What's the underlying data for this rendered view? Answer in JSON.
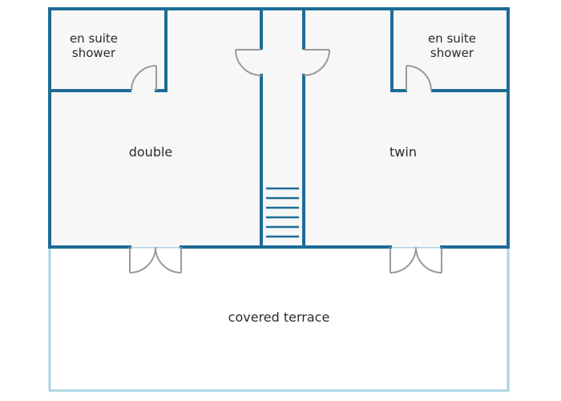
{
  "plan": {
    "rooms": {
      "ensuite_left": [
        "en suite",
        "shower"
      ],
      "ensuite_right": [
        "en suite",
        "shower"
      ],
      "double": "double",
      "twin": "twin",
      "terrace": "covered terrace"
    },
    "colors": {
      "wall": "#1e6b96",
      "floor": "#f7f7f7",
      "terrace_outline": "#a9d3e3",
      "door": "#9a9a9a",
      "stairs": "#1e6b96",
      "label": "#2b2b2b"
    }
  }
}
